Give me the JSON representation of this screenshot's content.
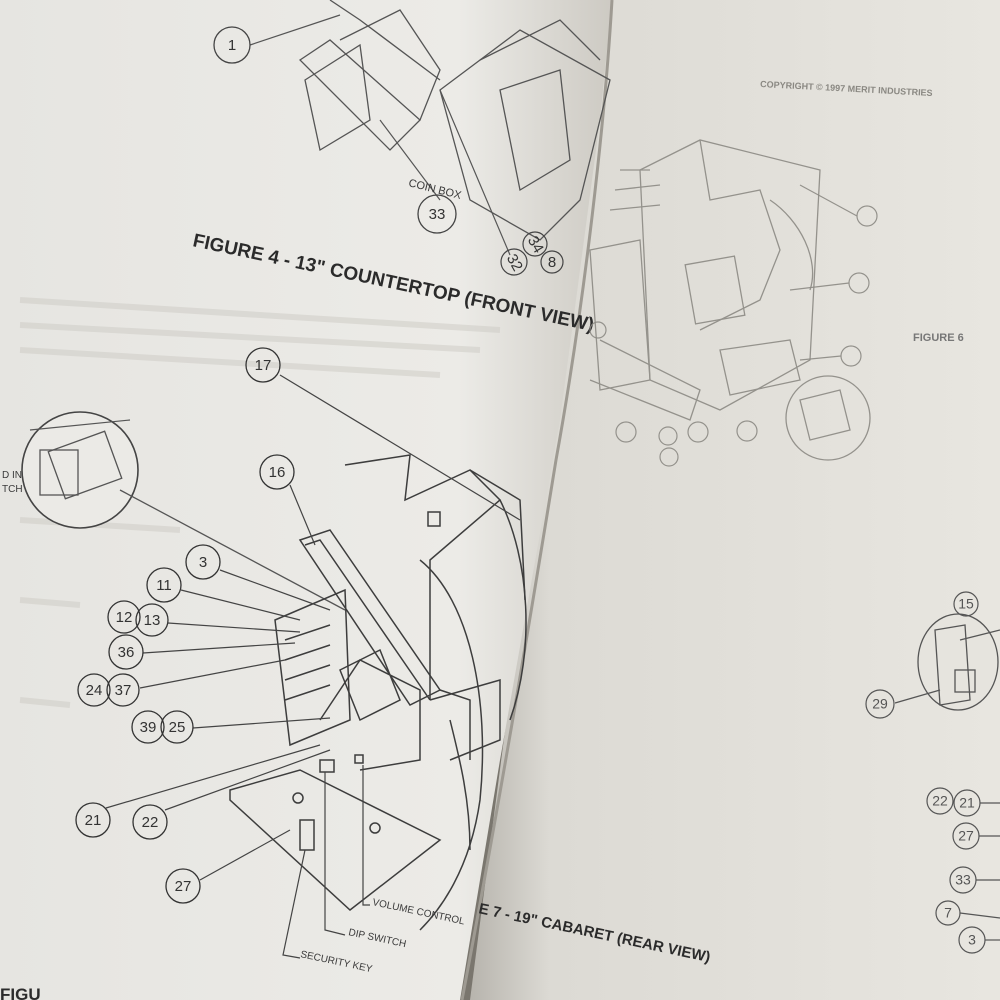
{
  "left_page": {
    "top_figure": {
      "caption": "FIGURE 4 - 13\" COUNTERTOP (FRONT VIEW)",
      "callouts": [
        "1",
        "33",
        "32",
        "34",
        "8"
      ],
      "coin_box_label": "COIN BOX"
    },
    "main_figure": {
      "partial_label_1": "D IN",
      "partial_label_2": "TCH",
      "callouts": [
        "17",
        "16",
        "3",
        "11",
        "12",
        "13",
        "36",
        "24",
        "37",
        "39",
        "25",
        "21",
        "22",
        "27"
      ],
      "labels": [
        "VOLUME CONTROL",
        "DIP SWITCH",
        "SECURITY KEY"
      ],
      "caption": "E 7 - 19\" CABARET (REAR VIEW)"
    },
    "bottom_partial": "FIGU"
  },
  "right_page": {
    "header": "COPYRIGHT © 1997 MERIT INDUSTRIES",
    "figure_label": "FIGURE 6",
    "lower_callouts": [
      "15",
      "29",
      "22",
      "21",
      "27",
      "33",
      "7",
      "3"
    ]
  },
  "colors": {
    "page_left": "#e9e7e1",
    "page_right": "#e4e2dc",
    "ink": "#333333"
  }
}
